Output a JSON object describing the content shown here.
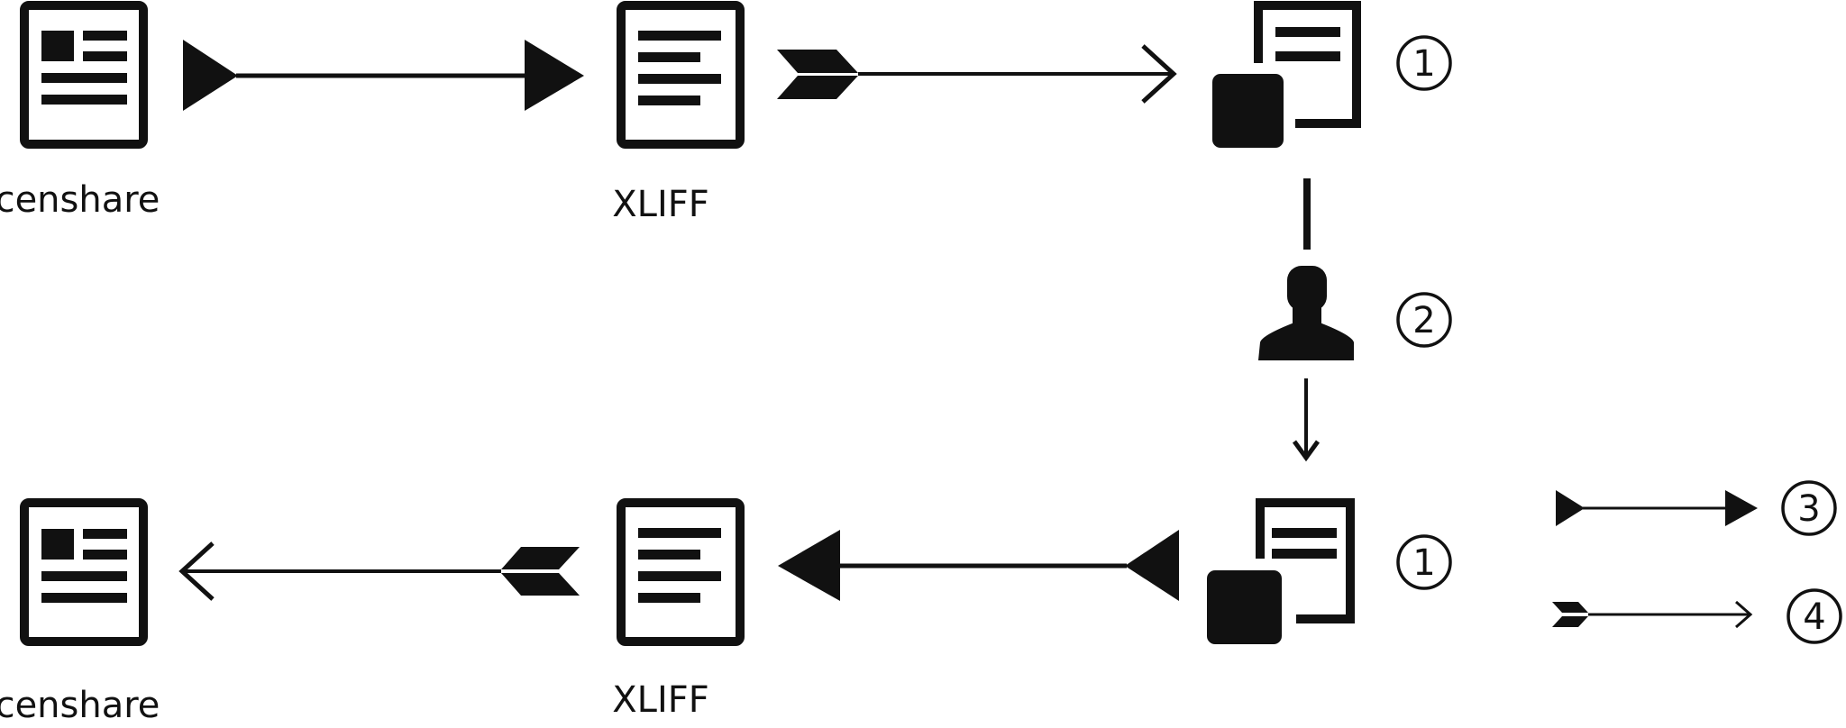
{
  "labels": {
    "source_system": "censhare",
    "source_format": "XLIFF",
    "target_system": "censhare",
    "target_format": "XLIFF"
  },
  "markers": {
    "translation_memory_top": "1",
    "translator": "2",
    "translation_memory_bottom": "1",
    "legend_solid_arrow": "3",
    "legend_feathered_arrow": "4"
  },
  "colors": {
    "ink": "#111111",
    "background": "#ffffff"
  }
}
